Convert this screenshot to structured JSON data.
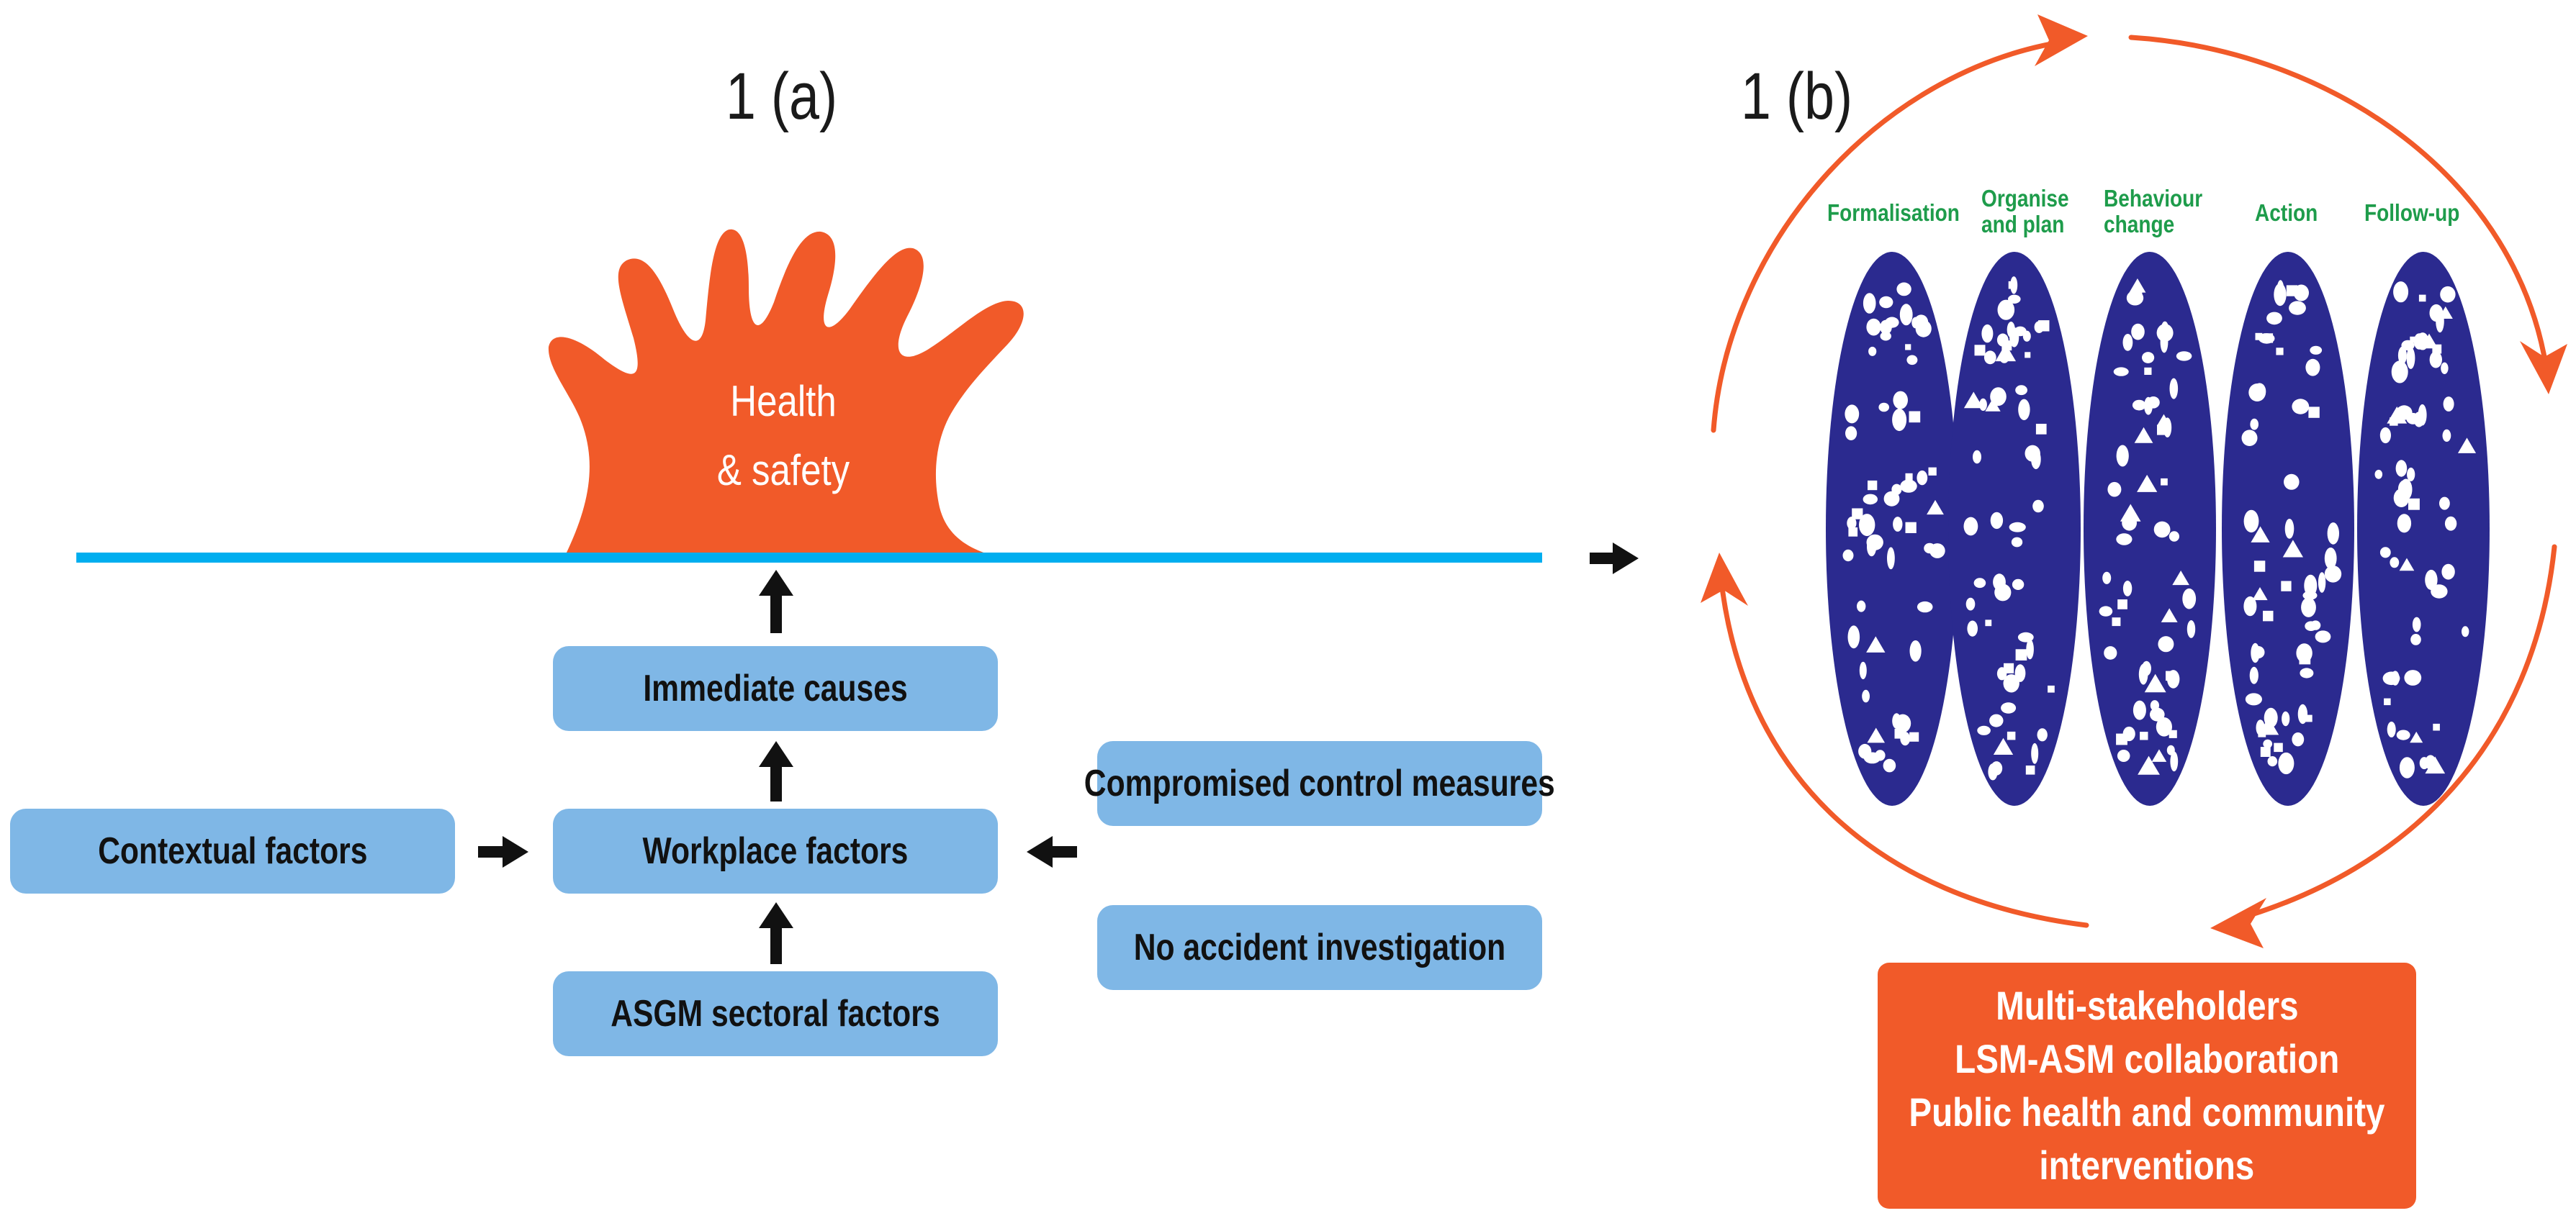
{
  "panel_a": {
    "title": "1 (a)",
    "hazard": {
      "line1": "Health",
      "line2": "& safety"
    },
    "boxes": {
      "immediate_causes": "Immediate causes",
      "contextual_factors": "Contextual factors",
      "workplace_factors": "Workplace factors",
      "asgm_sectoral_factors": "ASGM sectoral factors",
      "compromised_control_measures": "Compromised control measures",
      "no_accident_investigation": "No accident investigation"
    }
  },
  "panel_b": {
    "title": "1 (b)",
    "stages": [
      {
        "label": "Formalisation"
      },
      {
        "label": "Organise\nand plan"
      },
      {
        "label": "Behaviour\nchange"
      },
      {
        "label": "Action"
      },
      {
        "label": "Follow-up"
      }
    ],
    "interventions": {
      "line1": "Multi-stakeholders",
      "line2": "LSM-ASM collaboration",
      "line3": "Public health and community",
      "line4": "interventions"
    }
  },
  "colors": {
    "box_blue": "#7fb7e6",
    "ground_line": "#00aeef",
    "orange": "#f15a29",
    "ellipse_navy": "#2b2a8f",
    "stage_green": "#1e9c4b",
    "arrow_black": "#111111"
  }
}
